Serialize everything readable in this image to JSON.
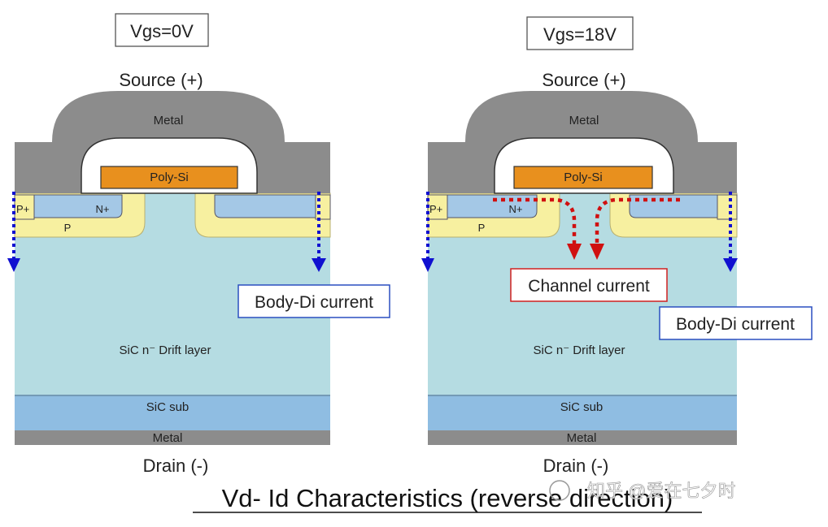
{
  "panels": [
    {
      "vgs": "Vgs=0V",
      "source": "Source (+)",
      "metal_top": "Metal",
      "poly": "Poly-Si",
      "p_plus": "P+",
      "n_plus": "N+",
      "p": "P",
      "drift": "SiC n⁻ Drift layer",
      "sub": "SiC sub",
      "metal_bottom": "Metal",
      "drain": "Drain (-)",
      "body_current": "Body-Di current"
    },
    {
      "vgs": "Vgs=18V",
      "source": "Source (+)",
      "metal_top": "Metal",
      "poly": "Poly-Si",
      "p_plus": "P+",
      "n_plus": "N+",
      "p": "P",
      "drift": "SiC n⁻ Drift layer",
      "sub": "SiC sub",
      "metal_bottom": "Metal",
      "drain": "Drain (-)",
      "body_current": "Body-Di current",
      "channel_current": "Channel current"
    }
  ],
  "caption": "Vd- Id Characteristics (reverse direction)",
  "watermark": "知乎 @爱在七夕时",
  "colors": {
    "metal": "#8c8c8c",
    "poly": "#e8901e",
    "p_region": "#f7f0a0",
    "n_plus": "#a4c8e6",
    "drift": "#b5dce2",
    "sub": "#8fbde2",
    "body_arrow": "#1010d0",
    "channel_arrow": "#d01010"
  }
}
